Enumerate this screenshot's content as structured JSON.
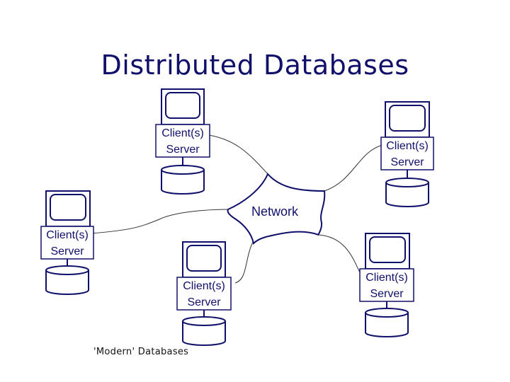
{
  "title": "Distributed Databases",
  "network_label": "Network",
  "nodes": [
    {
      "line1": "Client(s)",
      "line2": "Server"
    },
    {
      "line1": "Client(s)",
      "line2": "Server"
    },
    {
      "line1": "Client(s)",
      "line2": "Server"
    },
    {
      "line1": "Client(s)",
      "line2": "Server"
    },
    {
      "line1": "Client(s)",
      "line2": "Server"
    }
  ],
  "footer": "'Modern' Databases",
  "colors": {
    "title": "#10106b",
    "stroke": "#10106b",
    "fill": "#ffffff",
    "link": "#333333"
  }
}
